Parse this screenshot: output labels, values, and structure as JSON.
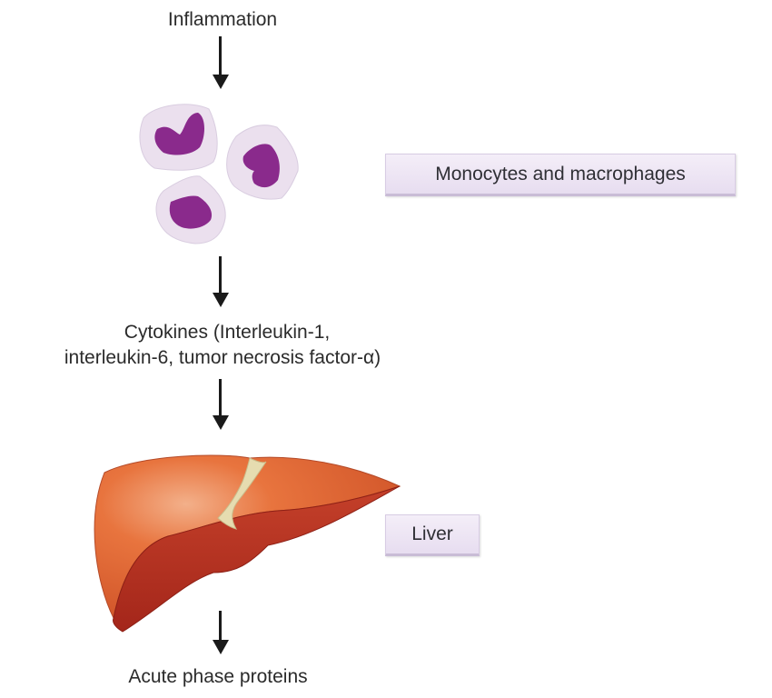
{
  "diagram": {
    "steps": [
      {
        "id": "inflammation",
        "text": "Inflammation"
      },
      {
        "id": "cells",
        "label": "Monocytes and macrophages",
        "image": "monocyte-macrophage-cells-illustration"
      },
      {
        "id": "cytokines",
        "line1": "Cytokines (Interleukin-1,",
        "line2": "interleukin-6, tumor necrosis factor-α)"
      },
      {
        "id": "liver",
        "label": "Liver",
        "image": "liver-illustration"
      },
      {
        "id": "proteins",
        "text": "Acute phase proteins"
      }
    ],
    "arrow_icon": "down-arrow-icon",
    "colors": {
      "label_box_bg": "#ece3f3",
      "cell_cytoplasm": "#ebe0ee",
      "cell_nucleus": "#8a2a8c",
      "liver_light": "#e8743e",
      "liver_dark": "#b8301f",
      "ligament": "#e6dcb0"
    }
  }
}
